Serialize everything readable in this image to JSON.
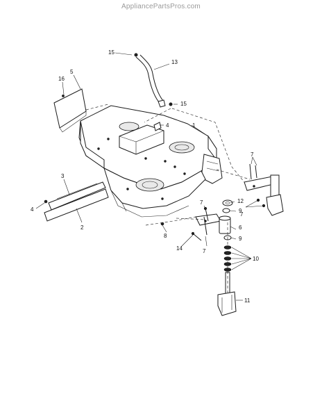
{
  "watermark": "AppliancePartsPros.com",
  "parts": {
    "p1": "1",
    "p2": "2",
    "p3": "3",
    "p4a": "4",
    "p4b": "4",
    "p5": "5",
    "p6": "6",
    "p7a": "7",
    "p7b": "7",
    "p7c": "7",
    "p7d": "7",
    "p8": "8",
    "p9a": "9",
    "p9b": "9",
    "p10": "10",
    "p11": "11",
    "p12": "12",
    "p13": "13",
    "p14": "14",
    "p15a": "15",
    "p15b": "15",
    "p16": "16"
  }
}
